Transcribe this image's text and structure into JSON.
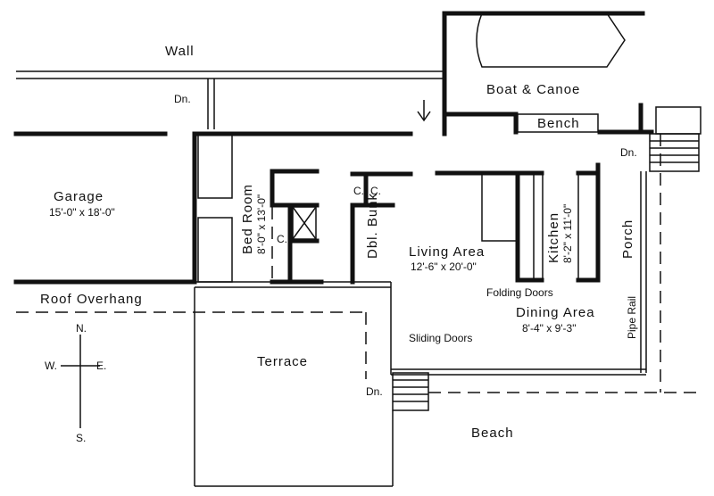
{
  "labels": {
    "wall": "Wall",
    "down": "Dn.",
    "boat": "Boat & Canoe",
    "bench": "Bench",
    "garage": "Garage",
    "garage_dim": "15'-0\" x 18'-0\"",
    "bedroom": "Bed Room",
    "bedroom_dim": "8'-0\" x 13'-0\"",
    "closet": "C.",
    "bunk": "Dbl. Bunk",
    "living": "Living Area",
    "living_dim": "12'-6\" x 20'-0\"",
    "kitchen": "Kitchen",
    "kitchen_dim": "8'-2\" x 11'-0\"",
    "porch": "Porch",
    "folding": "Folding Doors",
    "dining": "Dining Area",
    "dining_dim": "8'-4\" x 9'-3\"",
    "pipe_rail": "Pipe Rail",
    "overhang": "Roof Overhang",
    "sliding": "Sliding Doors",
    "terrace": "Terrace",
    "beach": "Beach"
  },
  "compass": {
    "n": "N.",
    "s": "S.",
    "e": "E.",
    "w": "W."
  }
}
